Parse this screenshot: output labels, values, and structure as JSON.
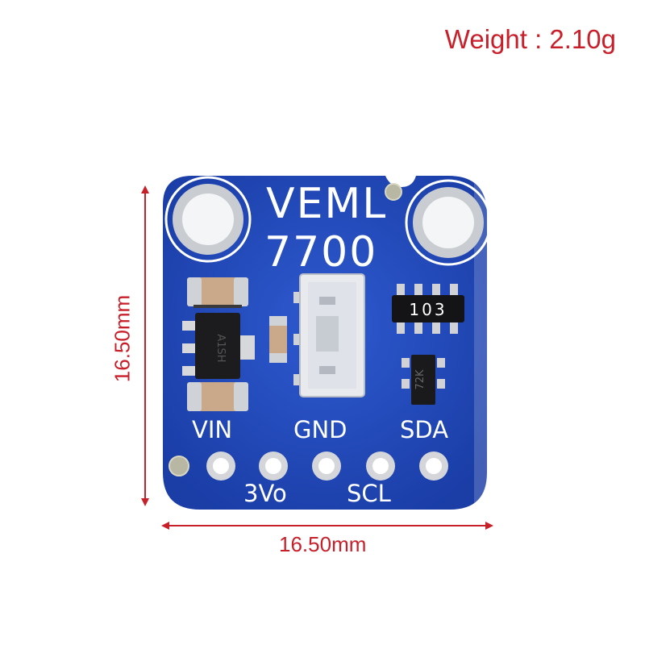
{
  "weight_label": "Weight : 2.10g",
  "dimensions": {
    "width_label": "16.50mm",
    "height_label": "16.50mm"
  },
  "board": {
    "title_line1": "VEML",
    "title_line2": "7700",
    "resistor_array_marking": "103",
    "regulator_marking": "A1SH",
    "sot_marking": "72K",
    "pins_top_labels": [
      "VIN",
      "GND",
      "SDA"
    ],
    "pins_bottom_labels": [
      "3Vo",
      "SCL"
    ]
  },
  "colors": {
    "pcb_blue": "#2148b8",
    "accent_red": "#c8202a",
    "silkscreen": "#ffffff"
  }
}
